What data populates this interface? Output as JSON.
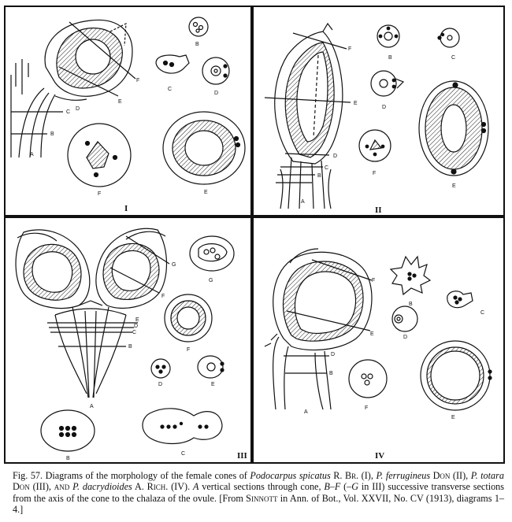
{
  "panels": [
    {
      "numeral": "I",
      "parts": [
        "A",
        "B",
        "C",
        "D",
        "E",
        "F"
      ]
    },
    {
      "numeral": "II",
      "parts": [
        "A",
        "B",
        "C",
        "D",
        "E",
        "F"
      ]
    },
    {
      "numeral": "III",
      "parts": [
        "A",
        "B",
        "C",
        "D",
        "E",
        "F",
        "G"
      ]
    },
    {
      "numeral": "IV",
      "parts": [
        "A",
        "B",
        "C",
        "D",
        "E",
        "F"
      ]
    }
  ],
  "caption": {
    "fig_label": "Fig. 57.",
    "text_1": " Diagrams of the morphology of the female cones of ",
    "sp1": "Podocarpus spicatus",
    "auth1": " R. Br. (I), ",
    "sp2": "P. ferrugineus",
    "auth2": " Don (II), ",
    "sp3": "P. totara",
    "auth3": " Don (III), and ",
    "sp4": "P. dacrydioides",
    "auth4": " A. Rich. (IV). ",
    "a_letter": "A",
    "text_2": " vertical sections through cone, ",
    "bf": "B–F",
    "text_3": " (–",
    "g": "G",
    "text_4": " in III) successive transverse sections from the axis of the cone to the chalaza of the ovule. [From ",
    "sinnott": "Sinnott",
    "text_5": " in Ann. of Bot., Vol. XXVII, No. CV (1913), diagrams 1–4.]"
  }
}
